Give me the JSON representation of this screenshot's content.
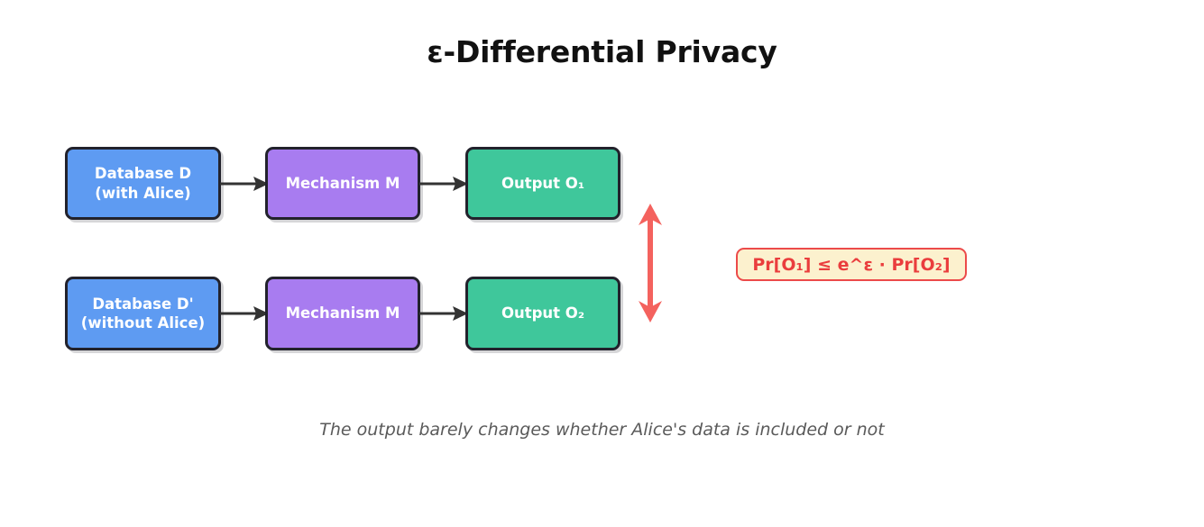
{
  "title": "ε-Differential Privacy",
  "caption": "The output barely changes whether Alice's data is included or not",
  "colors": {
    "background": "#ffffff",
    "database_box": "#5e9bf2",
    "mechanism_box": "#a87cf0",
    "output_box": "#3fc79b",
    "box_border": "#22222c",
    "box_text": "#ffffff",
    "connector_arrow": "#333333",
    "epsilon_arrow": "#f4625e",
    "formula_background": "#fcf1ce",
    "formula_border": "#ec4a4a",
    "formula_text": "#ea3d3d",
    "title_text": "#111111",
    "caption_text": "#5a5a5a"
  },
  "rows": [
    {
      "id": "row-with-alice",
      "database": {
        "line1": "Database D",
        "line2": "(with Alice)"
      },
      "mechanism": {
        "label": "Mechanism M"
      },
      "output": {
        "label": "Output O₁"
      }
    },
    {
      "id": "row-without-alice",
      "database": {
        "line1": "Database D'",
        "line2": "(without Alice)"
      },
      "mechanism": {
        "label": "Mechanism M"
      },
      "output": {
        "label": "Output O₂"
      }
    }
  ],
  "formula": {
    "text": "Pr[O₁] ≤ e^ε · Pr[O₂]"
  },
  "icons": {
    "connector": "right-arrow-icon",
    "comparison": "double-headed-vertical-arrow-icon"
  }
}
